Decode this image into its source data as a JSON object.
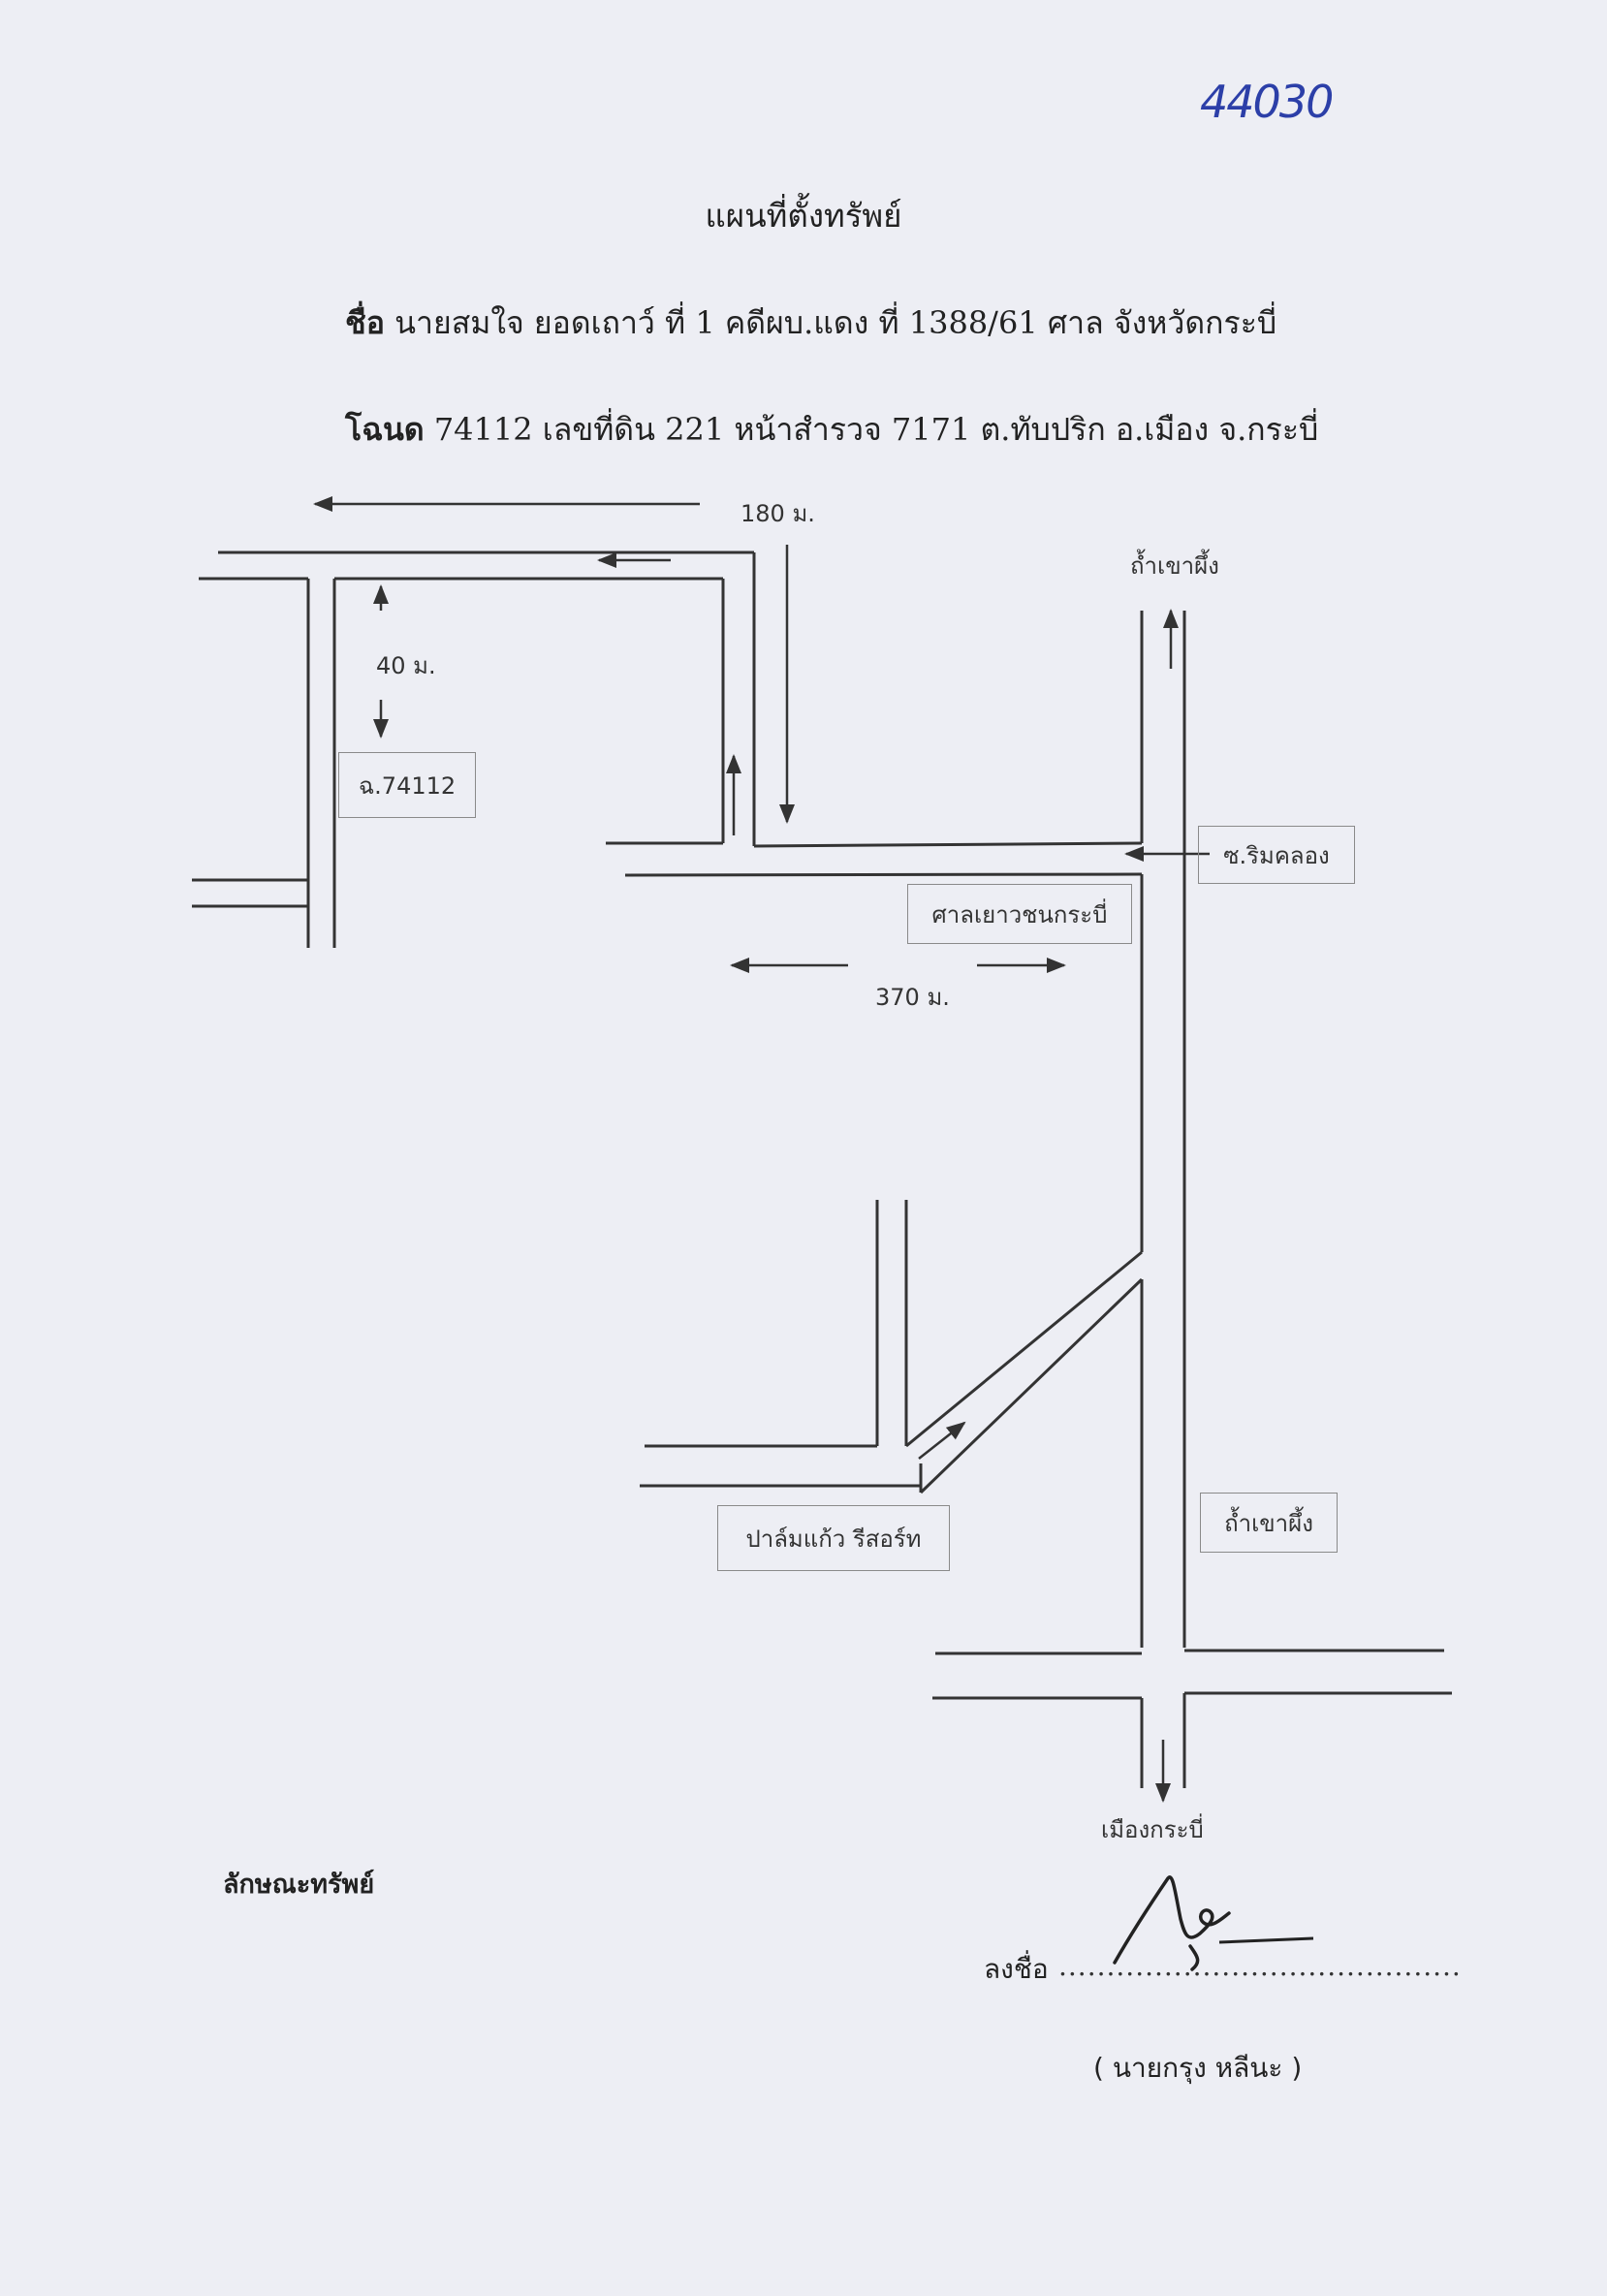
{
  "header": {
    "handwritten_number": "44030",
    "title": "แผนที่ตั้งทรัพย์",
    "line1_label": "ชื่อ",
    "line1_text": "นายสมใจ  ยอดเถาว์ ที่ 1  คดีผบ.แดง ที่  1388/61 ศาล จังหวัดกระบี่",
    "line2_label": "โฉนด",
    "line2_text": "74112 เลขที่ดิน 221 หน้าสำรวจ 7171 ต.ทับปริก อ.เมือง จ.กระบี่"
  },
  "map": {
    "dist_top": "180 ม.",
    "dist_left": "40 ม.",
    "dist_middle": "370 ม.",
    "dir_north": "ถ้ำเขาผึ้ง",
    "dir_south": "เมืองกระบี่",
    "box_plot": "ฉ.74112",
    "box_soi": "ซ.ริมคลอง",
    "box_court": "ศาลเยาวชนกระบี่",
    "box_resort": "ปาล์มแก้ว รีสอร์ท",
    "box_cave": "ถ้ำเขาผึ้ง"
  },
  "footer": {
    "section_label": "ลักษณะทรัพย์",
    "sign_label": "ลงชื่อ",
    "dots": "..........................................",
    "signer": "(  นายกรุง หลีนะ  )"
  }
}
